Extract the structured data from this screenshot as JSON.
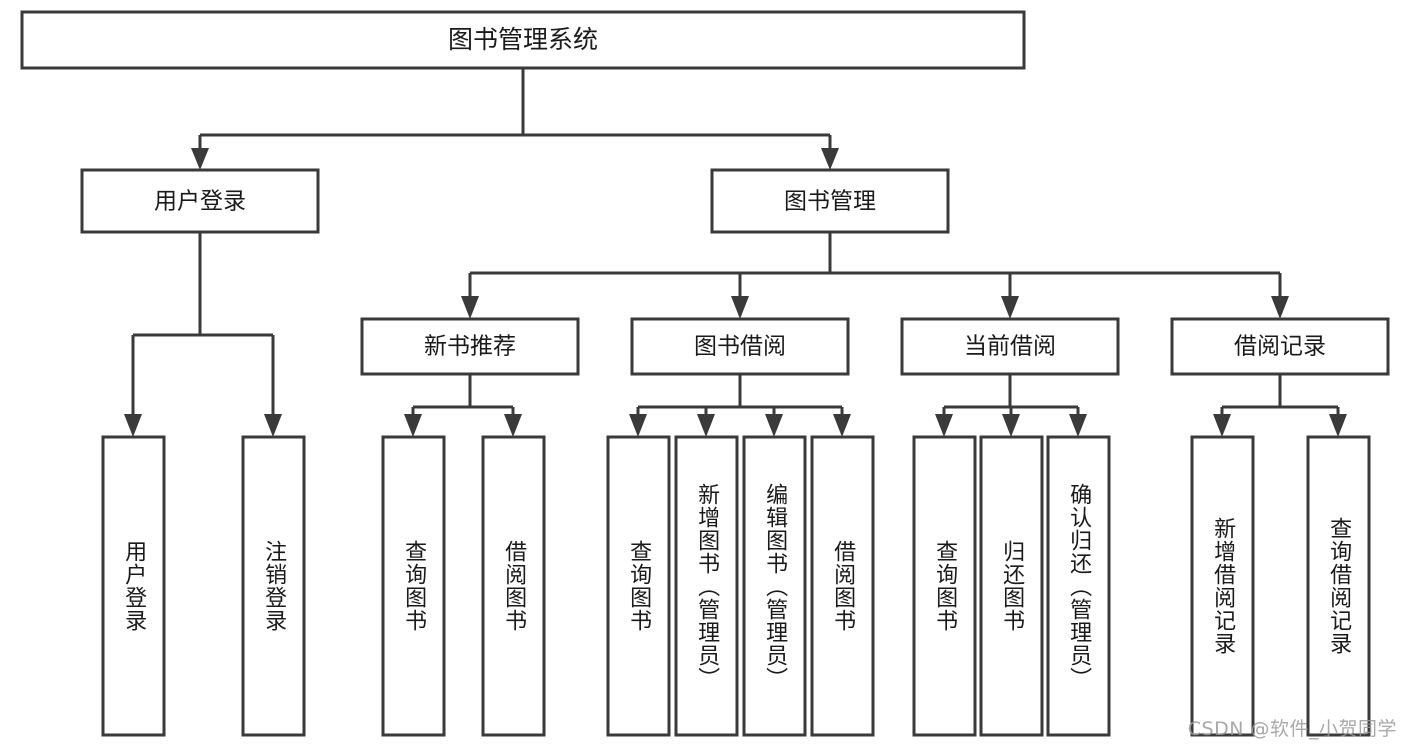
{
  "diagram": {
    "type": "tree-hierarchy",
    "title": "图书管理系统",
    "watermark": "CSDN @软件_小贺同学",
    "colors": {
      "stroke": "#3a3a3a",
      "fill": "#ffffff",
      "text": "#1a1a1a",
      "watermark": "#9a9a9a",
      "background": "#ffffff"
    },
    "root": {
      "label": "图书管理系统",
      "children": [
        {
          "label": "用户登录",
          "children": [
            {
              "label": "用户登录"
            },
            {
              "label": "注销登录"
            }
          ]
        },
        {
          "label": "图书管理",
          "children": [
            {
              "label": "新书推荐",
              "children": [
                {
                  "label": "查询图书"
                },
                {
                  "label": "借阅图书"
                }
              ]
            },
            {
              "label": "图书借阅",
              "children": [
                {
                  "label": "查询图书"
                },
                {
                  "label": "新增图书（管理员）"
                },
                {
                  "label": "编辑图书（管理员）"
                },
                {
                  "label": "借阅图书"
                }
              ]
            },
            {
              "label": "当前借阅",
              "children": [
                {
                  "label": "查询图书"
                },
                {
                  "label": "归还图书"
                },
                {
                  "label": "确认归还（管理员）"
                }
              ]
            },
            {
              "label": "借阅记录",
              "children": [
                {
                  "label": "新增借阅记录"
                },
                {
                  "label": "查询借阅记录"
                }
              ]
            }
          ]
        }
      ]
    },
    "nodes": {
      "root_title": "图书管理系统",
      "l1_user_login": "用户登录",
      "l1_book_manage": "图书管理",
      "l2_new_book": "新书推荐",
      "l2_borrow": "图书借阅",
      "l2_current": "当前借阅",
      "l2_record": "借阅记录",
      "leaf_user_login": "用户登录",
      "leaf_logout": "注销登录",
      "leaf_nb_query": "查询图书",
      "leaf_nb_borrow": "借阅图书",
      "leaf_bb_query": "查询图书",
      "leaf_bb_add": "新增图书（管理员）",
      "leaf_bb_edit": "编辑图书（管理员）",
      "leaf_bb_borrow": "借阅图书",
      "leaf_cb_query": "查询图书",
      "leaf_cb_return": "归还图书",
      "leaf_cb_confirm": "确认归还（管理员）",
      "leaf_br_add": "新增借阅记录",
      "leaf_br_query": "查询借阅记录"
    }
  }
}
